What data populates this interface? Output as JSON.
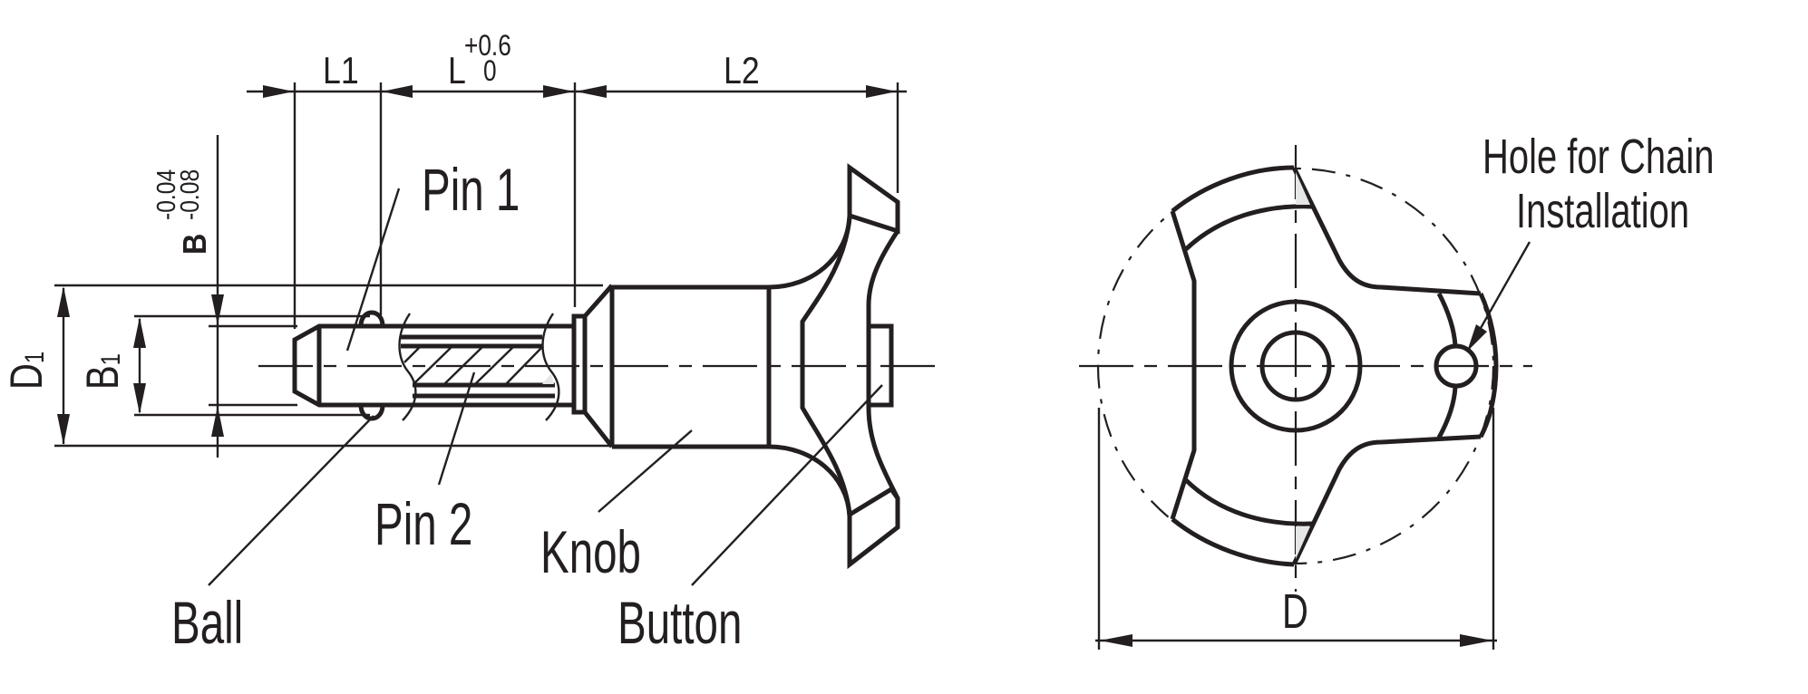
{
  "drawing": {
    "type": "technical-drawing",
    "subject": "Indexing plunger / ball lock pin with knob handle",
    "views": [
      "side view",
      "front view"
    ]
  },
  "side_view": {
    "dimensions": {
      "L1": "L1",
      "L": "L",
      "L_tol_upper": "+0.6",
      "L_tol_lower": "0",
      "L2": "L2",
      "B": "B",
      "B_tol_upper": "-0.04",
      "B_tol_lower": "-0.08",
      "D1": "D",
      "D1_sub": "1",
      "B1": "B",
      "B1_sub": "1"
    },
    "callouts": {
      "pin1": "Pin 1",
      "pin2": "Pin 2",
      "ball": "Ball",
      "knob": "Knob",
      "button": "Button"
    }
  },
  "front_view": {
    "dimensions": {
      "D": "D"
    },
    "callouts": {
      "hole_line1": "Hole for Chain",
      "hole_line2": "Installation"
    }
  },
  "colors": {
    "line": "#231f20",
    "background": "#ffffff",
    "fill_accent": "#e6e6e6"
  }
}
